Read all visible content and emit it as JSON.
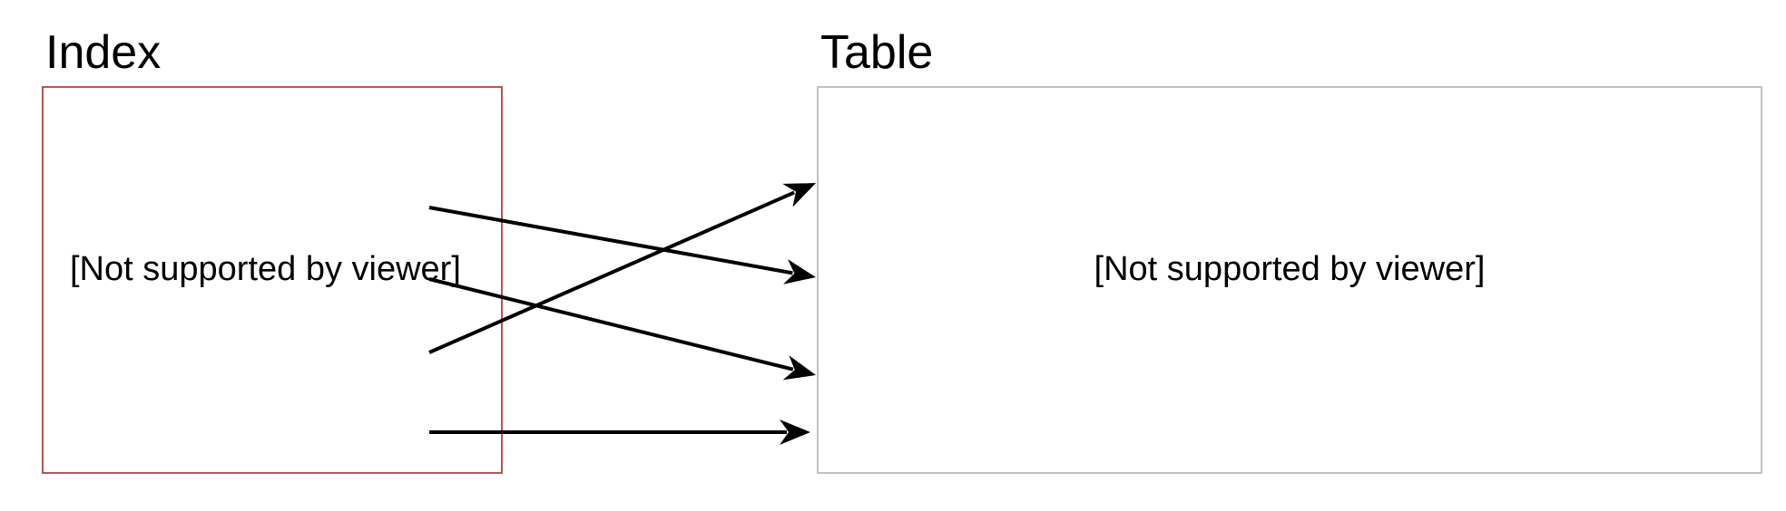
{
  "index": {
    "title": "Index",
    "content": "[Not supported by viewer]",
    "border_color": "#b85450"
  },
  "table": {
    "title": "Table",
    "content": "[Not supported by viewer]",
    "border_color": "#c0c0c0"
  },
  "arrows": {
    "color": "#000000",
    "count": 4
  }
}
